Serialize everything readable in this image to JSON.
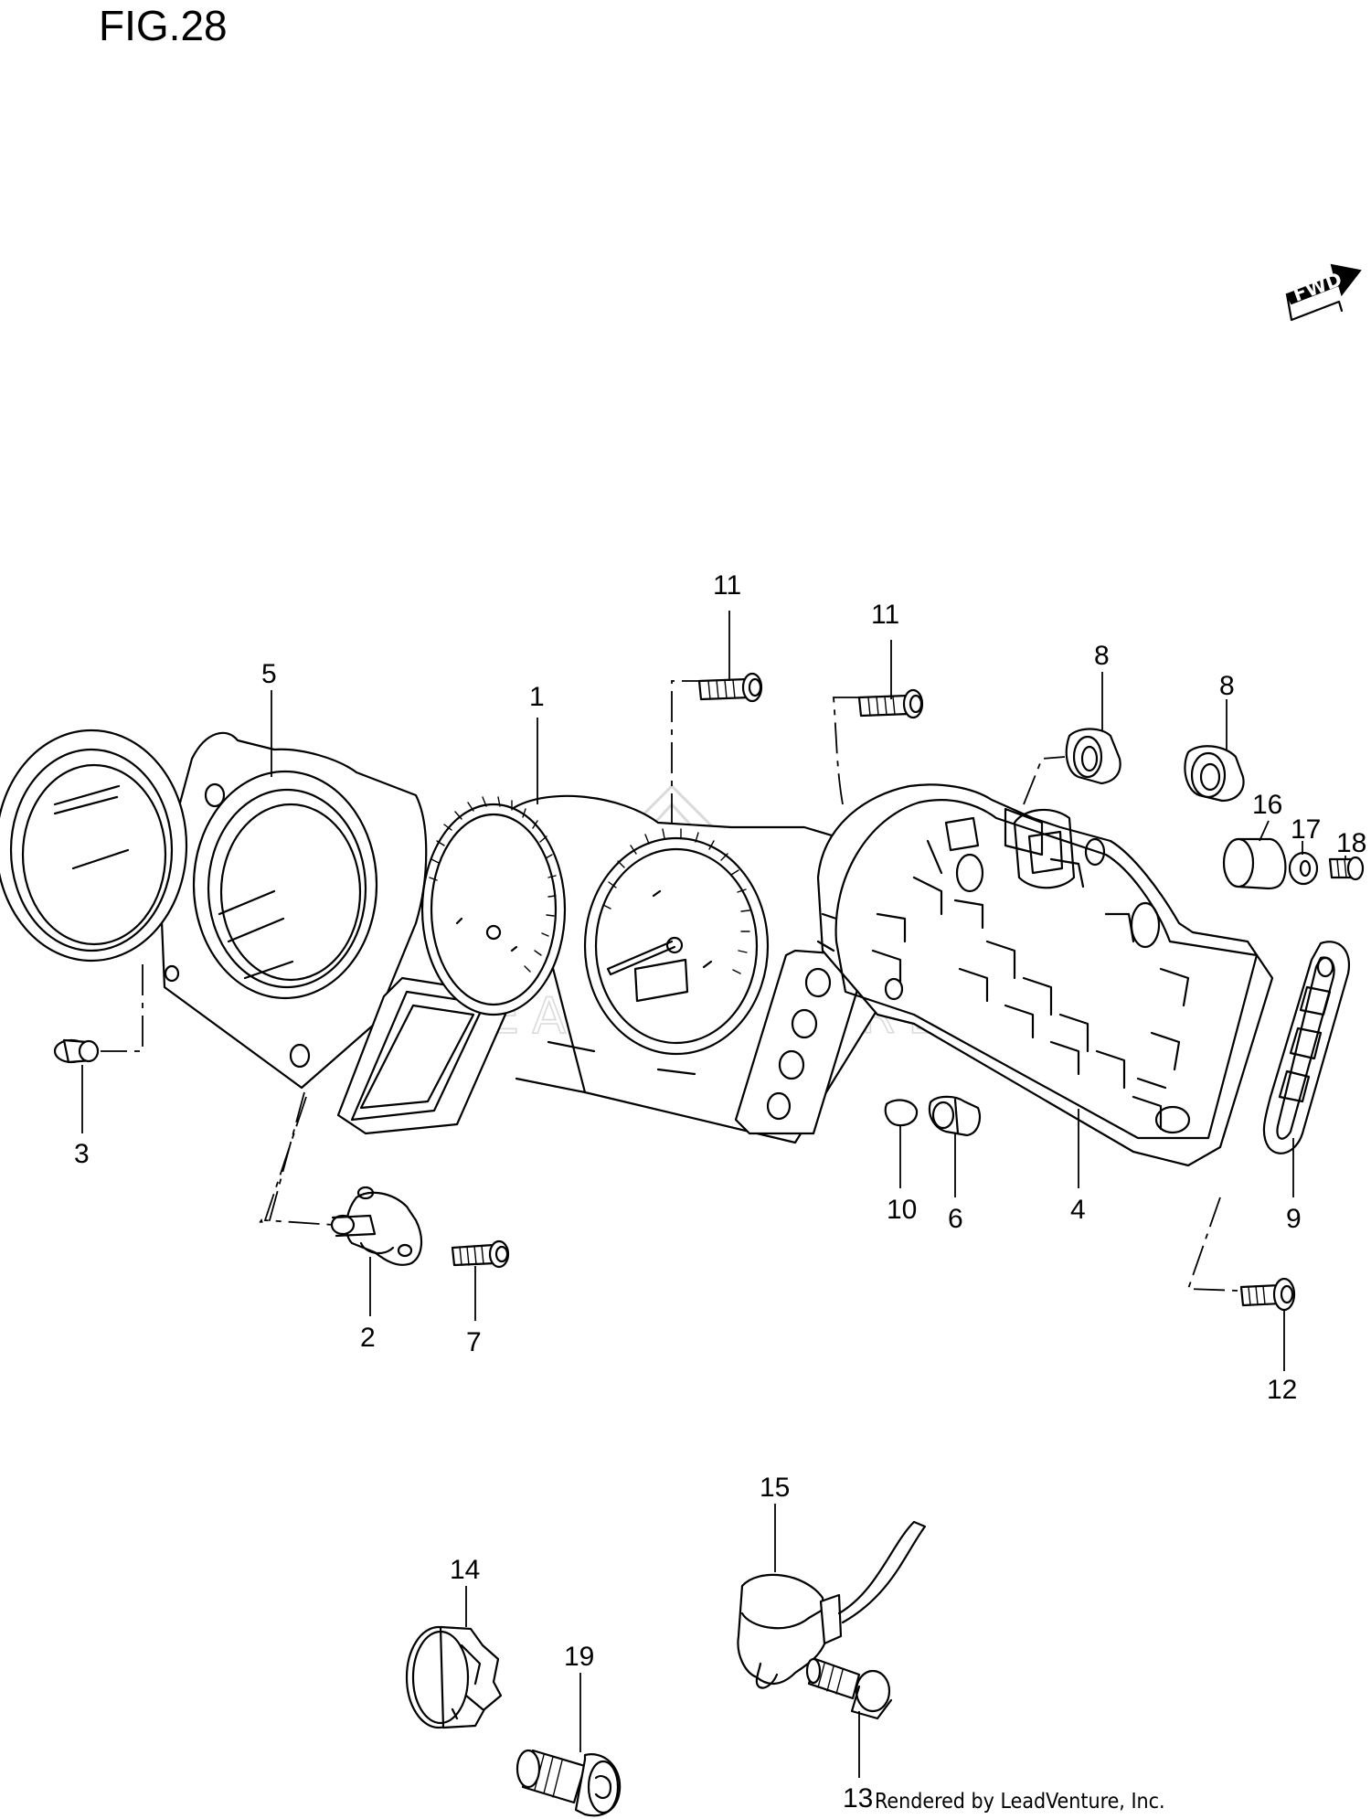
{
  "figure": {
    "title": "FIG.28",
    "credit": "Rendered by LeadVenture, Inc.",
    "watermark": "LEADVENTURE",
    "direction_badge": "FWD"
  },
  "callouts": [
    {
      "id": "c1",
      "label": "1"
    },
    {
      "id": "c2",
      "label": "2"
    },
    {
      "id": "c3",
      "label": "3"
    },
    {
      "id": "c4",
      "label": "4"
    },
    {
      "id": "c5",
      "label": "5"
    },
    {
      "id": "c6",
      "label": "6"
    },
    {
      "id": "c7",
      "label": "7"
    },
    {
      "id": "c8a",
      "label": "8"
    },
    {
      "id": "c8b",
      "label": "8"
    },
    {
      "id": "c9",
      "label": "9"
    },
    {
      "id": "c10",
      "label": "10"
    },
    {
      "id": "c11a",
      "label": "11"
    },
    {
      "id": "c11b",
      "label": "11"
    },
    {
      "id": "c12",
      "label": "12"
    },
    {
      "id": "c13",
      "label": "13"
    },
    {
      "id": "c14",
      "label": "14"
    },
    {
      "id": "c15",
      "label": "15"
    },
    {
      "id": "c16",
      "label": "16"
    },
    {
      "id": "c17",
      "label": "17"
    },
    {
      "id": "c18",
      "label": "18"
    },
    {
      "id": "c19",
      "label": "19"
    }
  ],
  "colors": {
    "line": "#000000",
    "background": "#ffffff",
    "watermark": "#dadada"
  }
}
